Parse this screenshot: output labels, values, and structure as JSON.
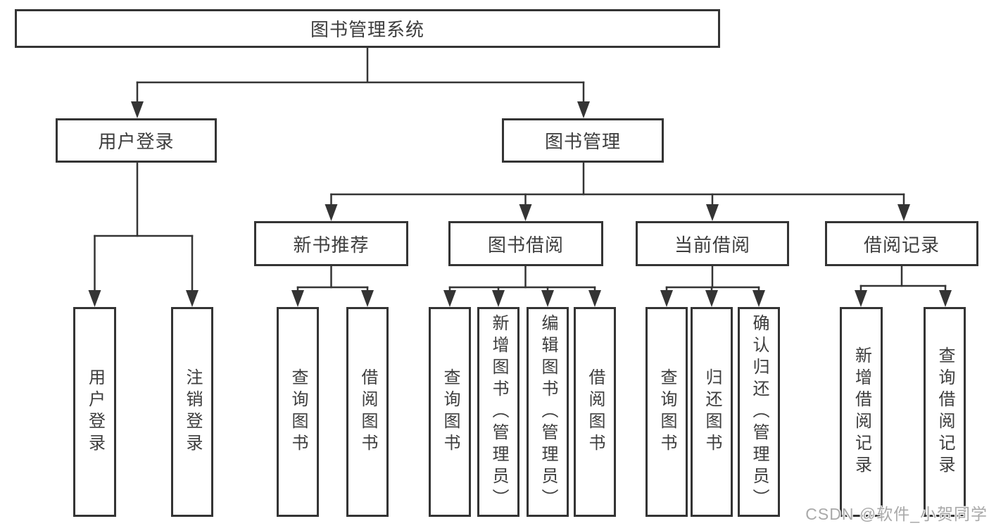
{
  "tree": {
    "root": "图书管理系统",
    "login": {
      "label": "用户登录",
      "children": [
        "用户登录",
        "注销登录"
      ]
    },
    "manage": {
      "label": "图书管理"
    },
    "groups": [
      {
        "label": "新书推荐",
        "children": [
          "查询图书",
          "借阅图书"
        ]
      },
      {
        "label": "图书借阅",
        "children": [
          "查询图书",
          "新增图书（管理员）",
          "编辑图书（管理员）",
          "借阅图书"
        ]
      },
      {
        "label": "当前借阅",
        "children": [
          "查询图书",
          "归还图书",
          "确认归还（管理员）"
        ]
      },
      {
        "label": "借阅记录",
        "children": [
          "新增借阅记录",
          "查询借阅记录"
        ]
      }
    ]
  },
  "watermark": {
    "text": "CSDN @软件_小贺同学"
  },
  "colors": {
    "line": "#343434",
    "text": "#3d3d3d",
    "background": "#ffffff",
    "watermark": "#a9a9a9"
  }
}
